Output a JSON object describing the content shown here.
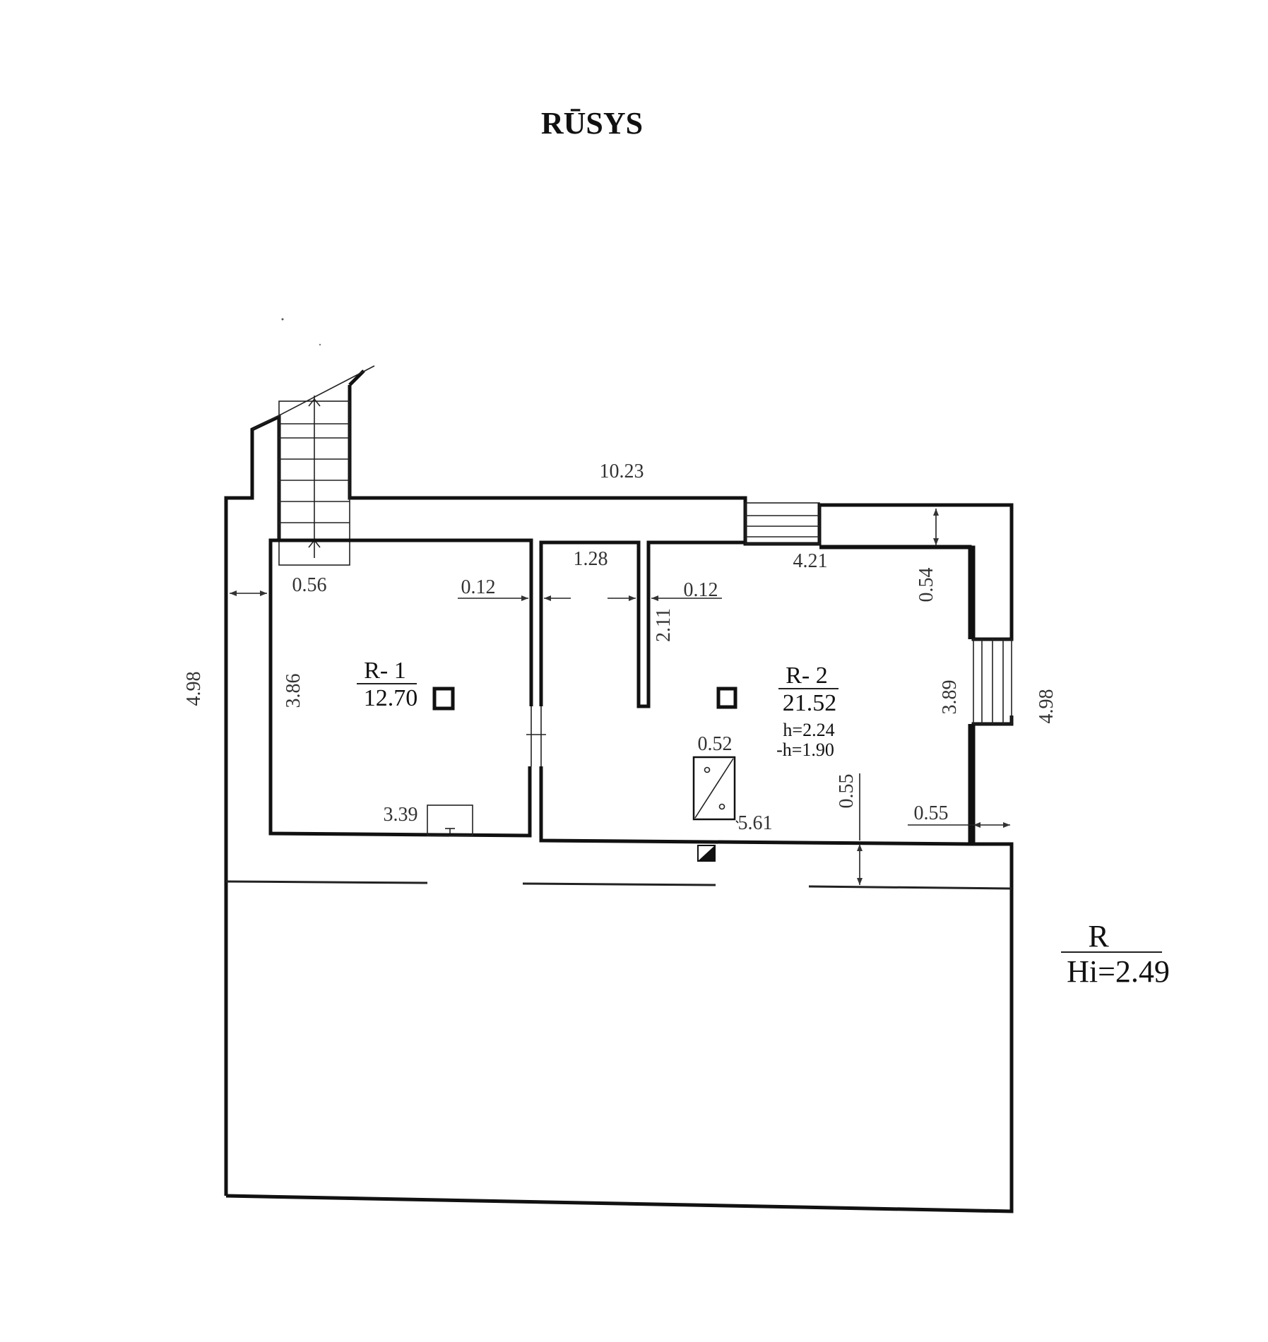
{
  "title": "RŪSYS",
  "dimensions": {
    "top_width": "10.23",
    "left_height": "4.98",
    "right_height": "4.98",
    "stair_offset": "0.56",
    "wall_r1": "0.12",
    "wall_r2": "0.12",
    "partition_gap": "1.28",
    "partition_len": "2.11",
    "top_right_run": "4.21",
    "niche_depth": "0.54",
    "r1_height": "3.86",
    "r1_width": "3.39",
    "r2_height": "3.89",
    "r2_width": "5.61",
    "fixture": "0.52",
    "bottom_offset_v": "0.55",
    "bottom_offset_h": "0.55"
  },
  "rooms": [
    {
      "id": "R- 1",
      "area": "12.70"
    },
    {
      "id": "R- 2",
      "area": "21.52",
      "height": "h=2.24",
      "low_height": "-h=1.90"
    }
  ],
  "level": {
    "code": "R",
    "height": "Hi=2.49"
  }
}
